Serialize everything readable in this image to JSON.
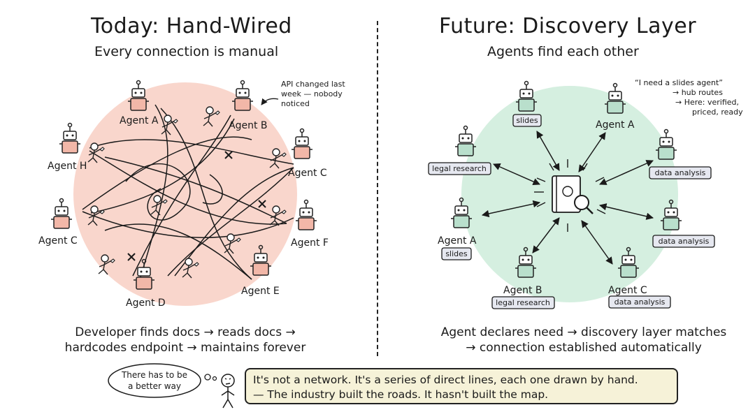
{
  "left": {
    "title": "Today: Hand-Wired",
    "subtitle": "Every connection is manual",
    "note": [
      "API changed last",
      "week — nobody",
      "noticed"
    ],
    "agents": [
      "Agent A",
      "Agent B",
      "Agent C",
      "Agent H",
      "Agent C",
      "Agent F",
      "Agent D",
      "Agent E"
    ],
    "caption": [
      "Developer finds docs → reads docs →",
      "hardcodes endpoint → maintains forever"
    ]
  },
  "right": {
    "title": "Future: Discovery Layer",
    "subtitle": "Agents find each other",
    "note": [
      "“I need a slides agent”",
      "→ hub routes",
      "→ Here: verified,",
      "priced, ready"
    ],
    "agents": [
      "Agent A",
      "Agent A",
      "Agent B",
      "Agent C"
    ],
    "tags": [
      "slides",
      "legal research",
      "data analysis",
      "data analysis",
      "slides",
      "legal research",
      "data analysis"
    ],
    "caption": [
      "Agent declares need → discovery layer matches",
      "→ connection established automatically"
    ]
  },
  "footer": {
    "bubble": [
      "There has to be",
      "a better way"
    ],
    "quote_line1": "It's not a network. It's a series of direct lines, each one drawn by hand.",
    "quote_line2": "— The industry built the roads. It hasn't built the map."
  },
  "colors": {
    "left_circle": "#f9d6cc",
    "right_circle": "#d5efe0",
    "robot_left": "#f2b7a8",
    "robot_right": "#b9dfcc",
    "tag_bg": "#e6e8f0",
    "footer_bg": "#f6f2d8"
  },
  "icons": [
    "robot-icon",
    "plug-icon",
    "wrench-icon",
    "worker-icon",
    "cross-mark-icon",
    "book-magnifier-icon",
    "thinking-person-icon"
  ]
}
